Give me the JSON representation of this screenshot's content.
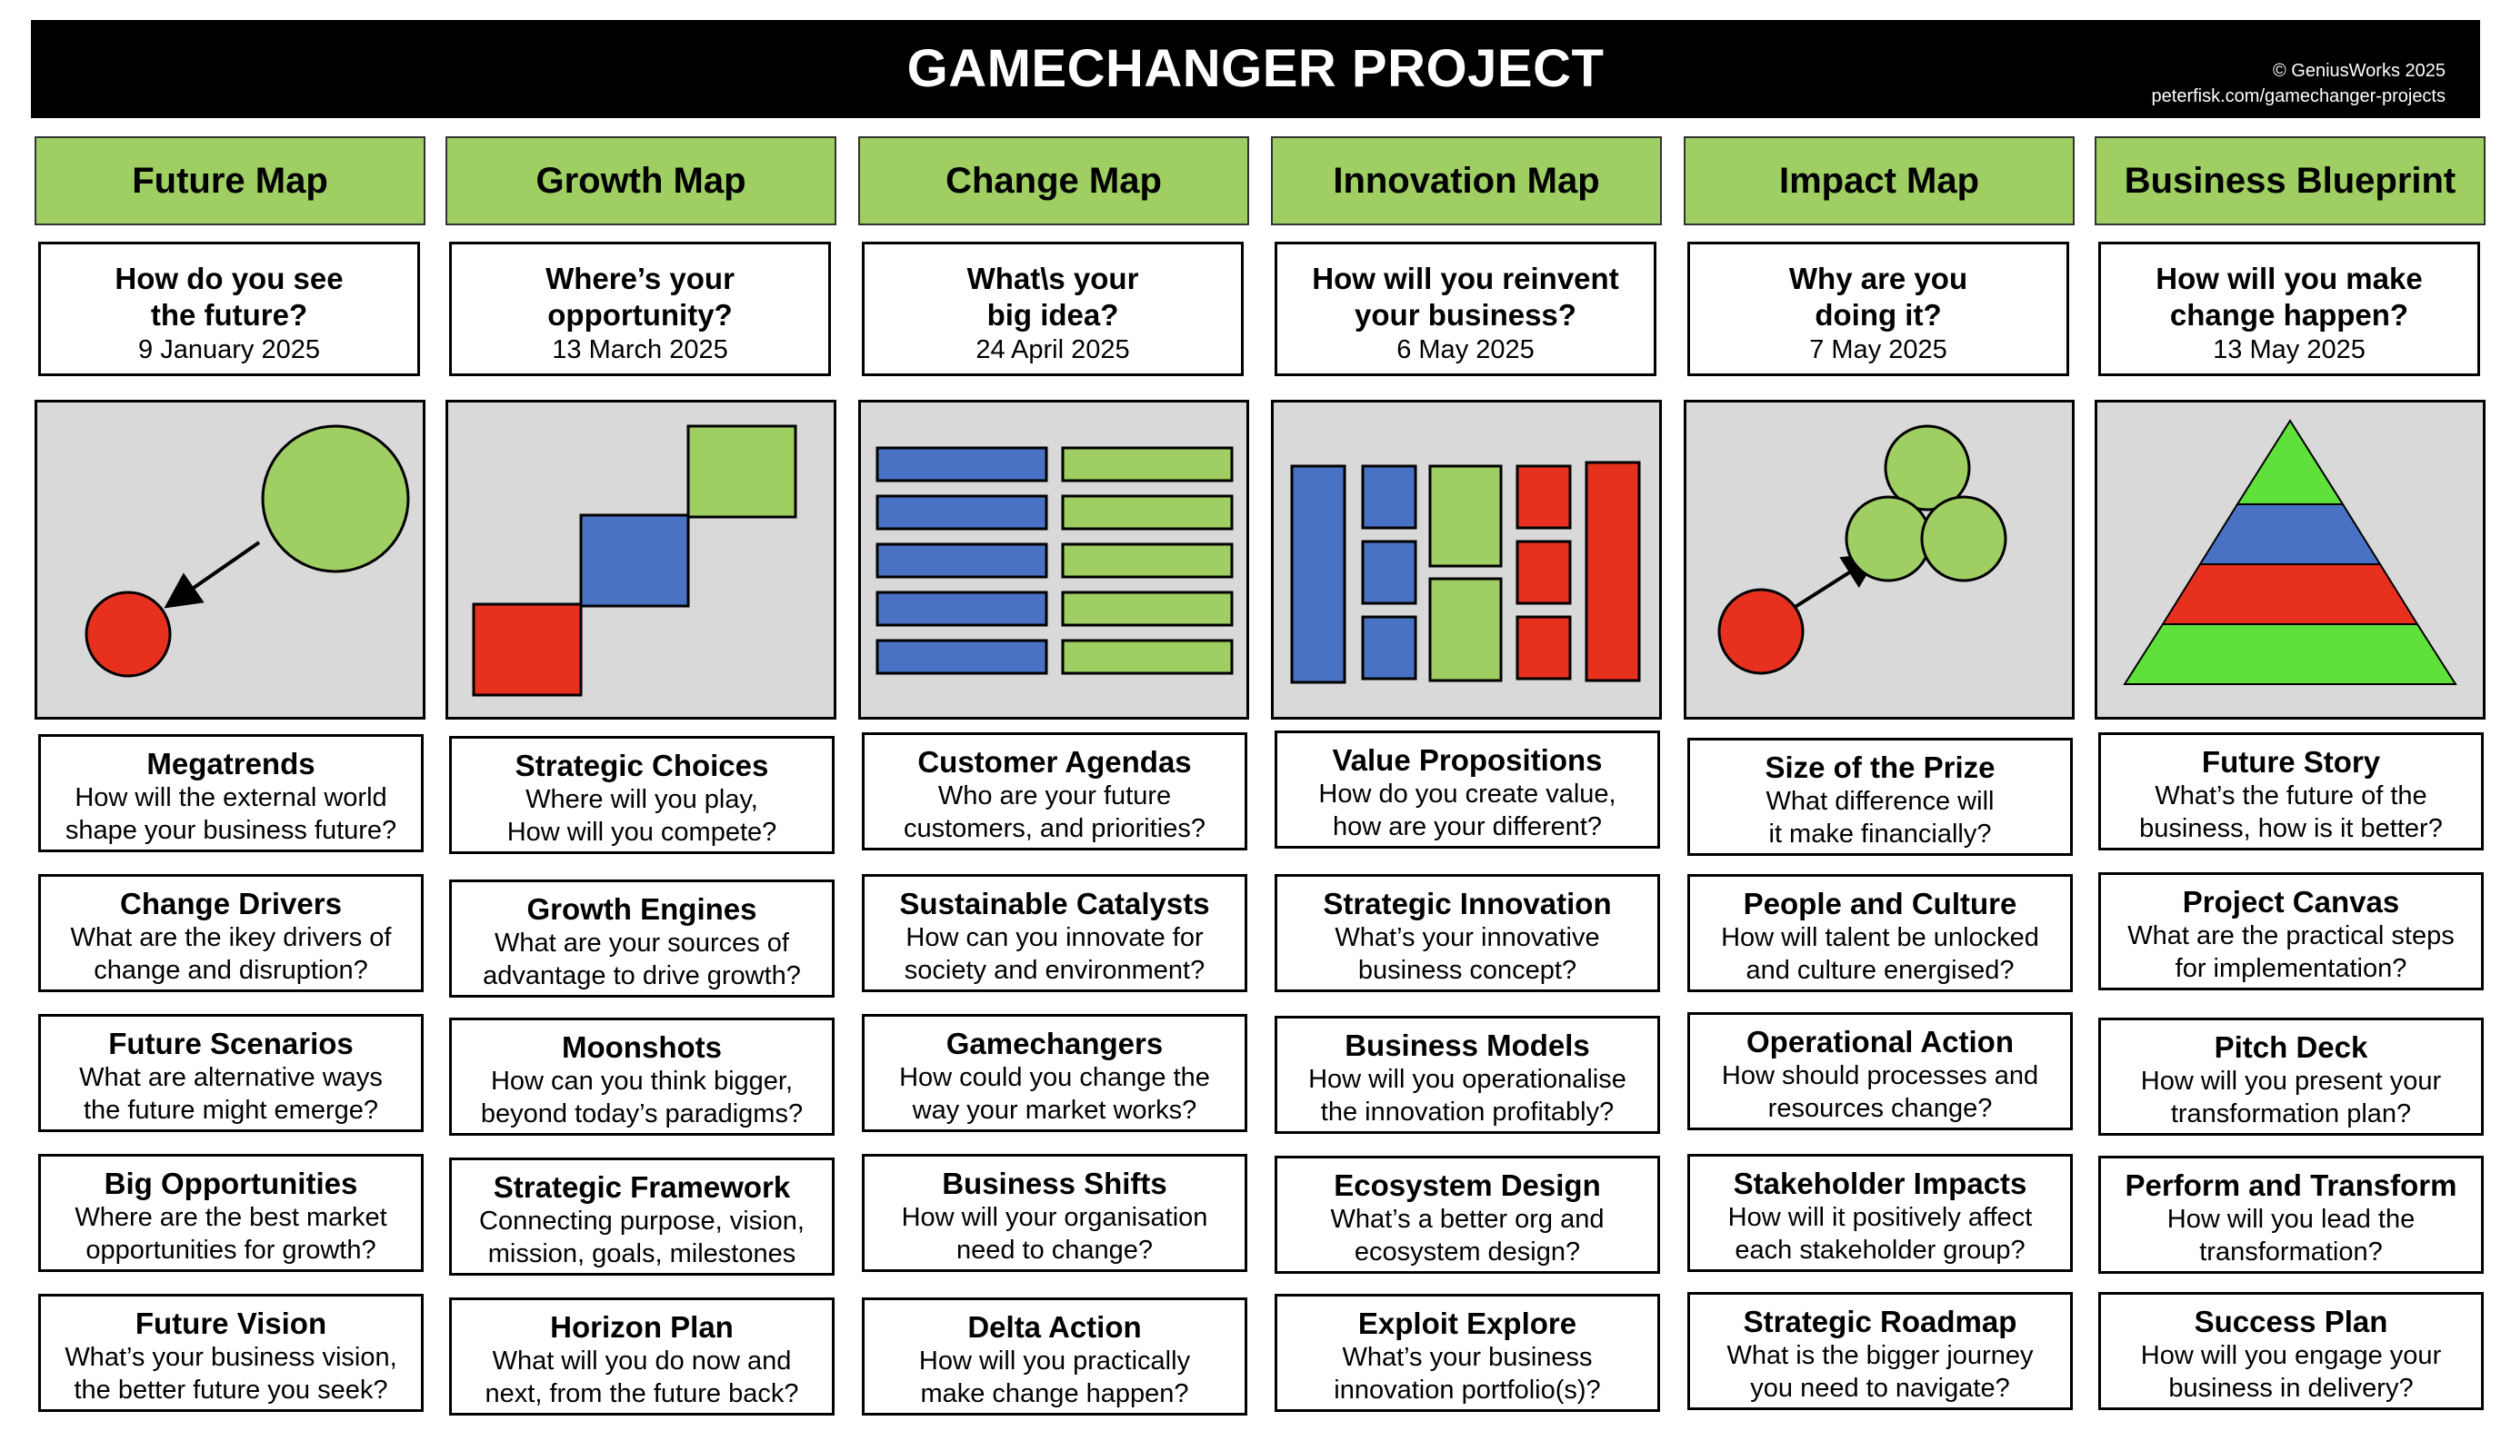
{
  "title": "GAMECHANGER PROJECT",
  "credit": {
    "line1": "© GeniusWorks 2025",
    "line2": "peterfisk.com/gamechanger-projects"
  },
  "colors": {
    "green": "#9fce63",
    "blue": "#4a72c4",
    "red": "#e8301f",
    "grey": "#d9d9d9"
  },
  "columns": [
    {
      "name": "Future Map",
      "question": [
        "How do you see",
        "the future?"
      ],
      "date": "9 January 2025",
      "illustration": "small-circle-to-large-circle",
      "items": [
        {
          "title": "Megatrends",
          "desc": [
            "How will the external world",
            "shape your business future?"
          ]
        },
        {
          "title": "Change Drivers",
          "desc": [
            "What are the ikey drivers of",
            "change and disruption?"
          ]
        },
        {
          "title": "Future Scenarios",
          "desc": [
            "What are alternative ways",
            "the future might emerge?"
          ]
        },
        {
          "title": "Big Opportunities",
          "desc": [
            "Where are the best market",
            "opportunities for growth?"
          ]
        },
        {
          "title": "Future Vision",
          "desc": [
            "What’s your business vision,",
            "the better future you seek?"
          ]
        }
      ]
    },
    {
      "name": "Growth Map",
      "question": [
        "Where’s your",
        "opportunity?"
      ],
      "date": "13 March 2025",
      "illustration": "staircase-squares",
      "items": [
        {
          "title": "Strategic Choices",
          "desc": [
            "Where will you play,",
            "How will you compete?"
          ]
        },
        {
          "title": "Growth Engines",
          "desc": [
            "What are your sources of",
            "advantage to drive growth?"
          ]
        },
        {
          "title": "Moonshots",
          "desc": [
            "How can you think bigger,",
            "beyond today’s paradigms?"
          ]
        },
        {
          "title": "Strategic Framework",
          "desc": [
            "Connecting purpose, vision,",
            "mission, goals, milestones"
          ]
        },
        {
          "title": "Horizon Plan",
          "desc": [
            "What will you do now and",
            "next, from the future back?"
          ]
        }
      ]
    },
    {
      "name": "Change Map",
      "question": [
        "What\\s your",
        "big idea?"
      ],
      "date": "24 April 2025",
      "illustration": "paired-bars",
      "items": [
        {
          "title": "Customer Agendas",
          "desc": [
            "Who are your future",
            "customers, and  priorities?"
          ]
        },
        {
          "title": "Sustainable Catalysts",
          "desc": [
            "How can you innovate for",
            "society and environment?"
          ]
        },
        {
          "title": "Gamechangers",
          "desc": [
            "How could you change the",
            "way your market works?"
          ]
        },
        {
          "title": "Business Shifts",
          "desc": [
            "How will your organisation",
            "need to change?"
          ]
        },
        {
          "title": "Delta Action",
          "desc": [
            "How will you practically",
            "make change happen?"
          ]
        }
      ]
    },
    {
      "name": "Innovation Map",
      "question": [
        "How will you reinvent",
        "your business?"
      ],
      "date": "6 May 2025",
      "illustration": "block-columns",
      "items": [
        {
          "title": "Value Propositions",
          "desc": [
            "How do you create value,",
            "how are your different?"
          ]
        },
        {
          "title": "Strategic Innovation",
          "desc": [
            "What’s your innovative",
            "business concept?"
          ]
        },
        {
          "title": "Business Models",
          "desc": [
            "How will you operationalise",
            "the innovation profitably?"
          ]
        },
        {
          "title": "Ecosystem Design",
          "desc": [
            "What’s a better org and",
            "ecosystem design?"
          ]
        },
        {
          "title": "Exploit Explore",
          "desc": [
            "What’s your business",
            "innovation portfolio(s)?"
          ]
        }
      ]
    },
    {
      "name": "Impact Map",
      "question": [
        "Why are you",
        "doing it?"
      ],
      "date": "7 May 2025",
      "illustration": "circle-to-circle-cluster",
      "items": [
        {
          "title": "Size of the Prize",
          "desc": [
            "What difference will",
            "it make financially?"
          ]
        },
        {
          "title": "People and Culture",
          "desc": [
            "How will talent be unlocked",
            "and culture energised?"
          ]
        },
        {
          "title": "Operational Action",
          "desc": [
            "How should processes and",
            "resources change?"
          ]
        },
        {
          "title": "Stakeholder Impacts",
          "desc": [
            "How will it positively affect",
            "each stakeholder group?"
          ]
        },
        {
          "title": "Strategic Roadmap",
          "desc": [
            "What is the bigger journey",
            "you need to navigate?"
          ]
        }
      ]
    },
    {
      "name": "Business Blueprint",
      "question": [
        "How will you make",
        "change happen?"
      ],
      "date": "13 May 2025",
      "illustration": "layered-pyramid",
      "items": [
        {
          "title": "Future Story",
          "desc": [
            "What’s the future of the",
            "business, how is it better?"
          ]
        },
        {
          "title": "Project Canvas",
          "desc": [
            "What are the practical steps",
            "for implementation?"
          ]
        },
        {
          "title": "Pitch Deck",
          "desc": [
            "How will you present your",
            "transformation plan?"
          ]
        },
        {
          "title": "Perform and Transform",
          "desc": [
            "How will you lead the",
            "transformation?"
          ]
        },
        {
          "title": "Success Plan",
          "desc": [
            "How will you engage your",
            "business in delivery?"
          ]
        }
      ]
    }
  ]
}
